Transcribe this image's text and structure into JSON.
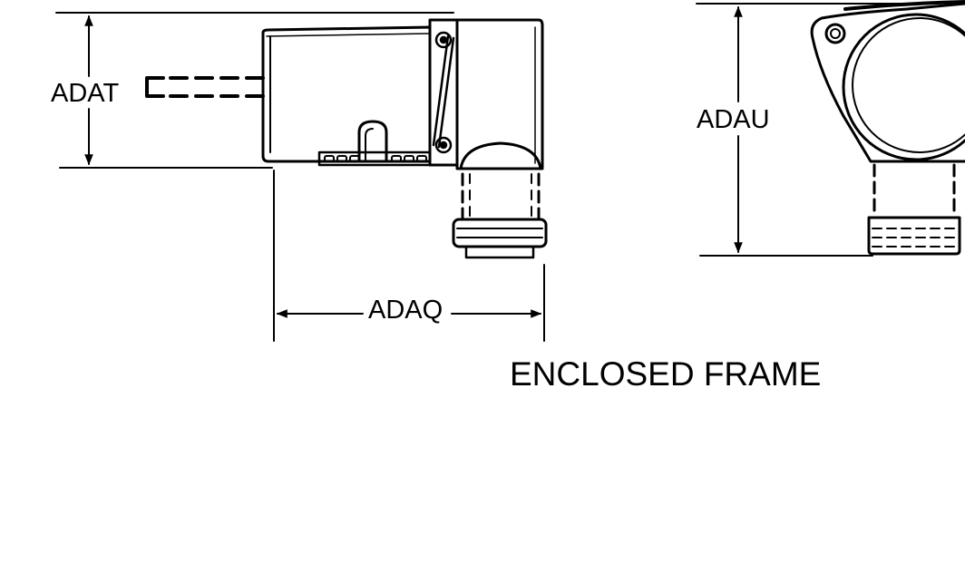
{
  "dimensions": {
    "height_left": "ADAT",
    "width_bottom": "ADAQ",
    "height_right": "ADAU"
  },
  "caption": "ENCLOSED FRAME",
  "colors": {
    "ink": "#000000",
    "paper": "#ffffff"
  }
}
